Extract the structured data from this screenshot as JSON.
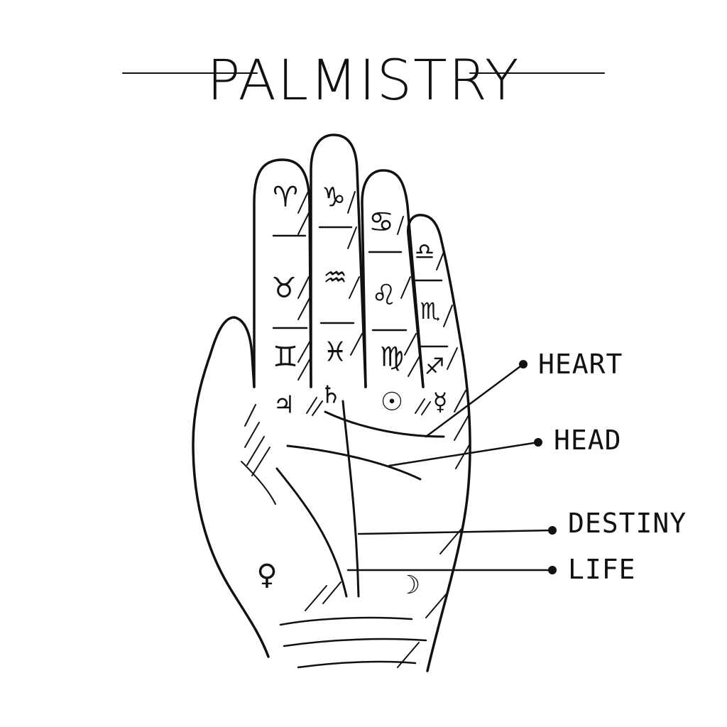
{
  "title": "PALMISTRY",
  "lines": {
    "heart": "HEART",
    "head": "HEAD",
    "destiny": "DESTINY",
    "life": "LIFE"
  },
  "finger_symbols": {
    "index": [
      "♈",
      "♉",
      "♊"
    ],
    "middle": [
      "♑",
      "♒",
      "♓"
    ],
    "ring": [
      "♋",
      "♌",
      "♍"
    ],
    "little": [
      "♎",
      "♏",
      "♐"
    ]
  },
  "mount_symbols": {
    "jupiter": "♃",
    "saturn": "♄",
    "sun": "☉",
    "mercury": "☿",
    "venus": "♀",
    "moon": "☽"
  },
  "colors": {
    "ink": "#111111",
    "background": "#ffffff"
  }
}
